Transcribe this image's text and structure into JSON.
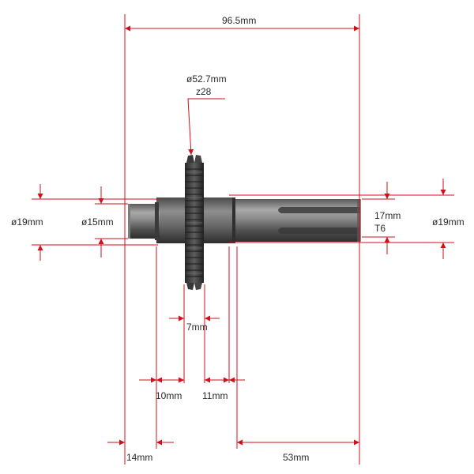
{
  "dimensions": {
    "total_length": "96.5mm",
    "gear_diameter": "ø52.7mm",
    "gear_teeth": "z28",
    "left_outer_diameter": "ø19mm",
    "left_inner_diameter": "ø15mm",
    "spline_diameter": "17mm",
    "spline_type": "T6",
    "right_diameter": "ø19mm",
    "gear_width": "7mm",
    "collar_length": "10mm",
    "hub_length": "11mm",
    "end_length": "14mm",
    "spline_length": "53mm"
  },
  "colors": {
    "dimension_line": "#d0101c",
    "text": "#2a2a2a",
    "metal_dark": "#3a3a3a",
    "metal_light": "#9a9a9a"
  }
}
